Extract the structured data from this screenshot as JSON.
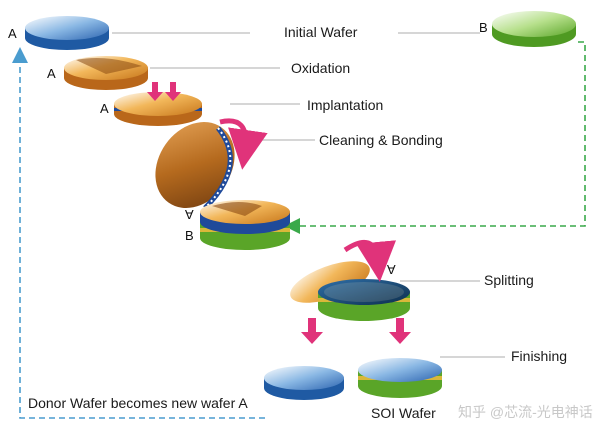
{
  "steps": {
    "initial_wafer": "Initial Wafer",
    "oxidation": "Oxidation",
    "implantation": "Implantation",
    "cleaning_bonding": "Cleaning & Bonding",
    "splitting": "Splitting",
    "finishing": "Finishing"
  },
  "wafer_letters": {
    "a": "A",
    "b": "B"
  },
  "captions": {
    "donor": "Donor Wafer becomes new wafer A",
    "soi": "SOI Wafer"
  },
  "watermark": "知乎 @芯流-光电神话",
  "colors": {
    "wafer_a": "#2f6fb8",
    "wafer_b": "#6ab82f",
    "oxide": "#d98b1c",
    "implant": "#e0337a",
    "arrow": "#e0337a",
    "loop_blue": "#4a9ccf",
    "loop_green": "#3aa94a"
  }
}
